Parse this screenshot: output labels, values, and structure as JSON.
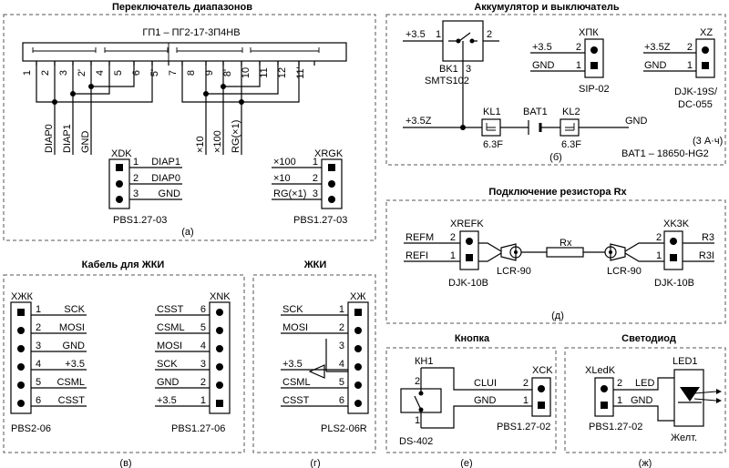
{
  "panels": {
    "a": {
      "title": "Переключатель диапазонов",
      "caption": "(а)",
      "switch_label": "ГП1 – ПГ2-17-3П4НВ",
      "pins": [
        "1",
        "2",
        "3",
        "2'",
        "4",
        "5",
        "6",
        "5'",
        "7",
        "8",
        "9",
        "8'",
        "10",
        "11",
        "12",
        "11'"
      ],
      "left_signals": [
        "DIAP0",
        "DIAP1",
        "GND"
      ],
      "right_signals": [
        "×10",
        "×100",
        "RG(×1)"
      ],
      "xdk": {
        "ref": "XDK",
        "part": "PBS1.27-03",
        "pins": [
          "1",
          "2",
          "3"
        ],
        "labels": [
          "DIAP1",
          "DIAP0",
          "GND"
        ]
      },
      "xrgk": {
        "ref": "XRGK",
        "part": "PBS1.27-03",
        "pins": [
          "1",
          "2",
          "3"
        ],
        "labels": [
          "×100",
          "×10",
          "RG(×1)"
        ]
      }
    },
    "b": {
      "title": "Аккумулятор и выключатель",
      "caption": "(б)",
      "v35": "+3.5",
      "v35z": "+3.5Z",
      "gnd": "GND",
      "bk1": {
        "ref": "BK1",
        "part": "SMTS102",
        "pins": [
          "1",
          "2",
          "3"
        ]
      },
      "xpk": {
        "ref": "ХПК",
        "part": "SIP-02",
        "pins": [
          "2",
          "1"
        ],
        "labels": [
          "+3.5",
          "GND"
        ]
      },
      "xz": {
        "ref": "XZ",
        "part1": "DJK-19S/",
        "part2": "DC-055",
        "pins": [
          "2",
          "1"
        ],
        "labels": [
          "+3.5Z",
          "GND"
        ]
      },
      "kl1": {
        "ref": "KL1",
        "value": "6.3F"
      },
      "kl2": {
        "ref": "KL2",
        "value": "6.3F"
      },
      "bat": {
        "ref": "BAT1"
      },
      "note1": "(3 А·ч)",
      "note2": "BAT1 – 18650-HG2"
    },
    "d": {
      "title": "Подключение резистора Rx",
      "caption": "(д)",
      "xrefk": {
        "ref": "XREFK",
        "part": "DJK-10B",
        "pins": [
          "2",
          "1"
        ],
        "labels": [
          "REFM",
          "REFI"
        ]
      },
      "xk3k": {
        "ref": "XK3K",
        "part": "DJK-10B",
        "pins": [
          "2",
          "1"
        ],
        "labels": [
          "R3",
          "R3I"
        ]
      },
      "rx": "Rx",
      "clip": "LCR-90"
    },
    "v": {
      "title": "Кабель для ЖКИ",
      "caption": "(в)",
      "xzhk": {
        "ref": "ХЖК",
        "part": "PBS2-06",
        "pins": [
          "1",
          "2",
          "3",
          "4",
          "5",
          "6"
        ],
        "labels": [
          "SCK",
          "MOSI",
          "GND",
          "+3.5",
          "CSML",
          "CSST"
        ]
      },
      "xnk": {
        "ref": "XNK",
        "part": "PBS1.27-06",
        "pins": [
          "6",
          "5",
          "4",
          "3",
          "2",
          "1"
        ],
        "labels": [
          "CSST",
          "CSML",
          "MOSI",
          "SCK",
          "GND",
          "+3.5"
        ]
      }
    },
    "g": {
      "title": "ЖКИ",
      "caption": "(г)",
      "xzh": {
        "ref": "ХЖ",
        "part": "PLS2-06R",
        "pins": [
          "1",
          "2",
          "3",
          "4",
          "5",
          "6"
        ],
        "labels": [
          "SCK",
          "MOSI",
          "",
          "+3.5",
          "CSML",
          "CSST"
        ]
      }
    },
    "e": {
      "title": "Кнопка",
      "caption": "(е)",
      "kn1": {
        "ref": "КН1",
        "part": "DS-402",
        "pins": [
          "2",
          "1"
        ]
      },
      "xck": {
        "ref": "XCK",
        "part": "PBS1.27-02",
        "pins": [
          "2",
          "1"
        ],
        "labels": [
          "CLUI",
          "GND"
        ]
      }
    },
    "zh": {
      "title": "Светодиод",
      "caption": "(ж)",
      "xledk": {
        "ref": "XLedK",
        "part": "PBS1.27-02",
        "pins": [
          "2",
          "1"
        ],
        "labels": [
          "LED",
          "GND"
        ]
      },
      "led": {
        "ref": "LED1",
        "color": "Желт."
      }
    }
  }
}
